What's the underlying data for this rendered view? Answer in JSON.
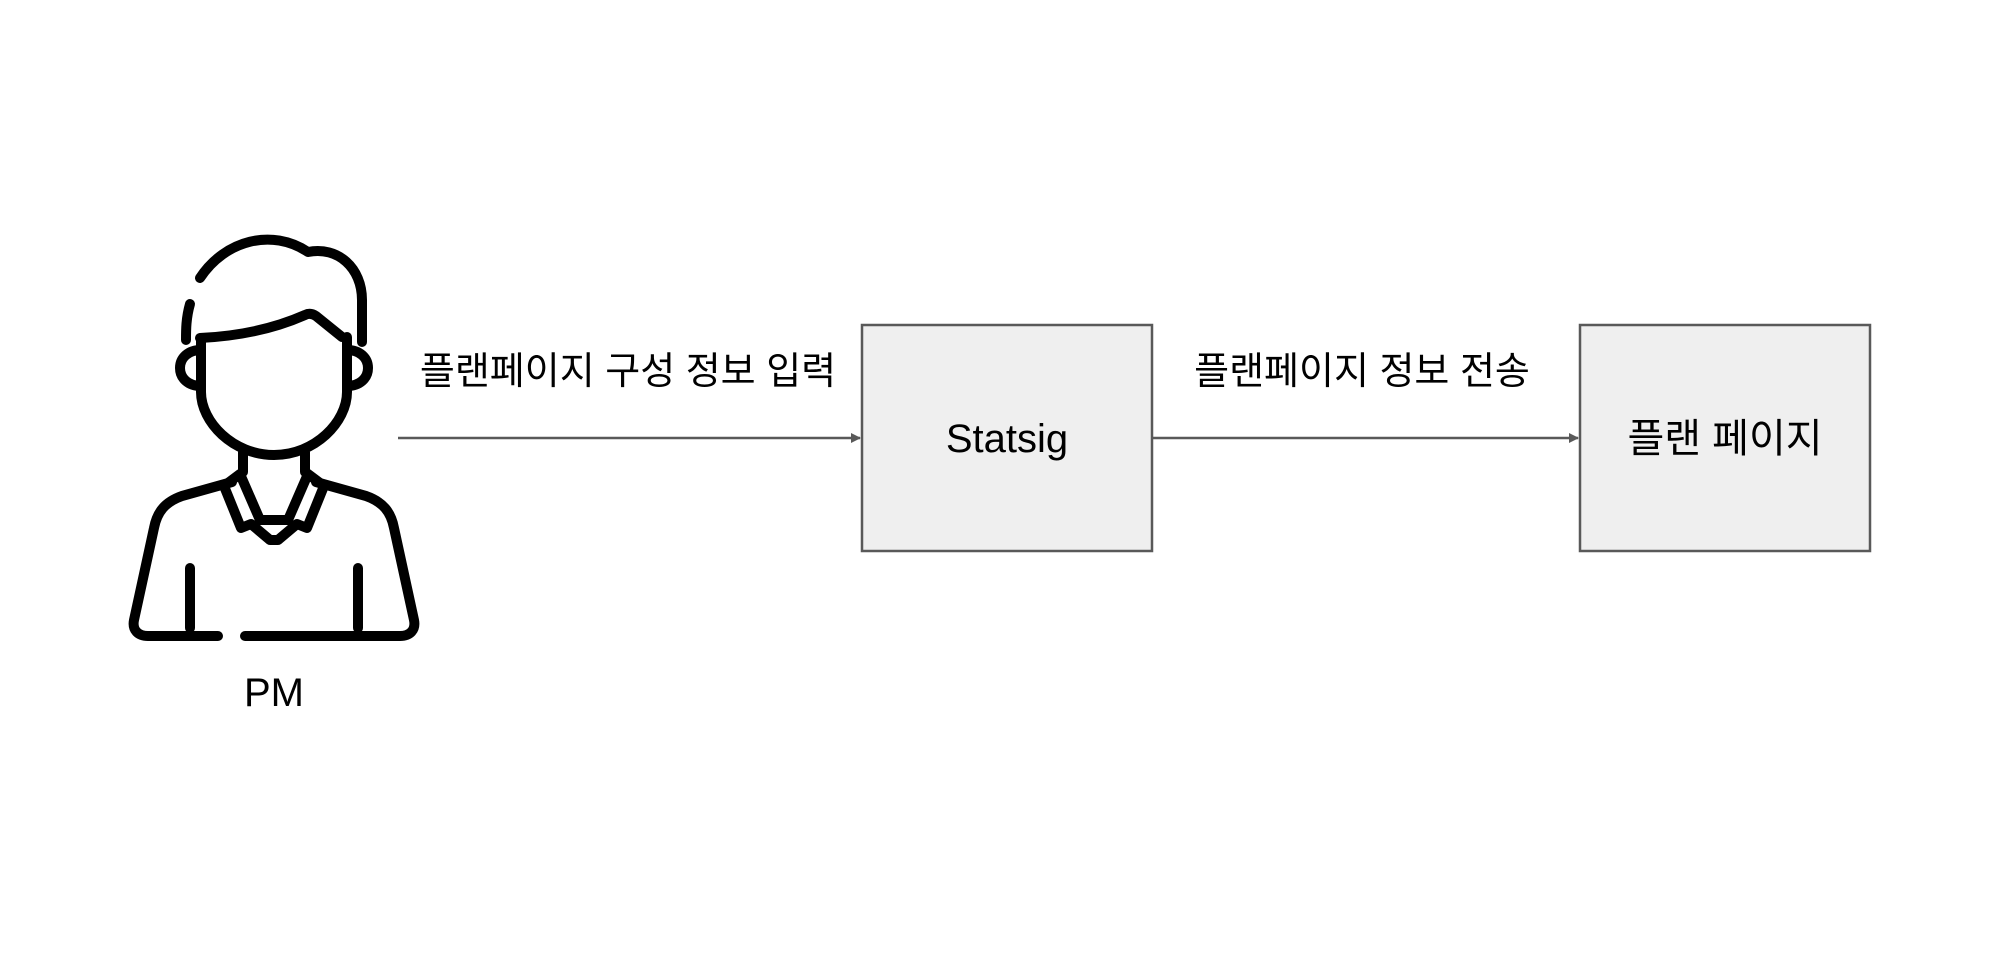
{
  "actor": {
    "label": "PM",
    "icon": "person-with-lanyard-icon"
  },
  "nodes": [
    {
      "id": "statsig",
      "label": "Statsig"
    },
    {
      "id": "plan_page",
      "label": "플랜 페이지"
    }
  ],
  "edges": [
    {
      "from": "actor",
      "to": "statsig",
      "label": "플랜페이지 구성 정보 입력"
    },
    {
      "from": "statsig",
      "to": "plan_page",
      "label": "플랜페이지 정보 전송"
    }
  ],
  "colors": {
    "node_fill": "#efefef",
    "node_stroke": "#595959",
    "edge": "#595959",
    "icon": "#000000",
    "text": "#000000"
  }
}
